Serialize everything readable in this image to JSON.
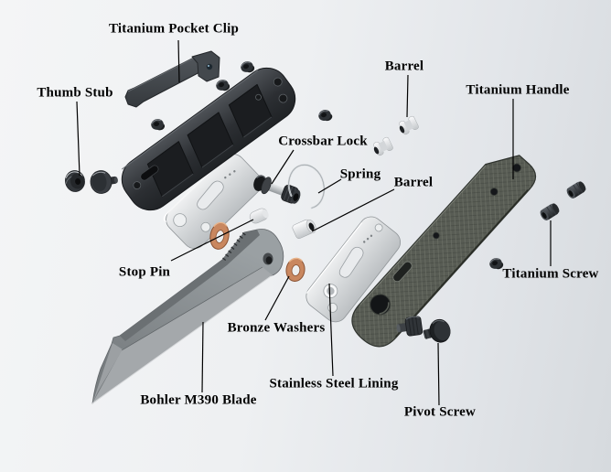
{
  "diagram": {
    "type": "exploded-view parts diagram",
    "subject": "folding pocket knife"
  },
  "labels": [
    {
      "id": "titanium-pocket-clip",
      "text": "Titanium Pocket Clip"
    },
    {
      "id": "thumb-stub",
      "text": "Thumb Stub"
    },
    {
      "id": "barrel-upper",
      "text": "Barrel"
    },
    {
      "id": "titanium-handle",
      "text": "Titanium Handle"
    },
    {
      "id": "crossbar-lock",
      "text": "Crossbar Lock"
    },
    {
      "id": "spring",
      "text": "Spring"
    },
    {
      "id": "barrel-lower",
      "text": "Barrel"
    },
    {
      "id": "titanium-screw",
      "text": "Titanium Screw"
    },
    {
      "id": "stop-pin",
      "text": "Stop Pin"
    },
    {
      "id": "bronze-washers",
      "text": "Bronze Washers"
    },
    {
      "id": "stainless-steel-lining",
      "text": "Stainless Steel Lining"
    },
    {
      "id": "bohler-m390-blade",
      "text": "Bohler M390 Blade"
    },
    {
      "id": "pivot-screw",
      "text": "Pivot Screw"
    }
  ],
  "colors": {
    "label_text": "#000000",
    "background_light": "#f4f5f6",
    "background_dark": "#d6dade",
    "handle_scale_dark": "#2c3033",
    "titanium_handle": "#585c54",
    "blade_gray": "#8a8e91",
    "lining_silver": "#d8dbdd",
    "bronze_washer": "#c9875f",
    "barrel_white": "#f2f3f4",
    "leader_line": "#000000"
  }
}
